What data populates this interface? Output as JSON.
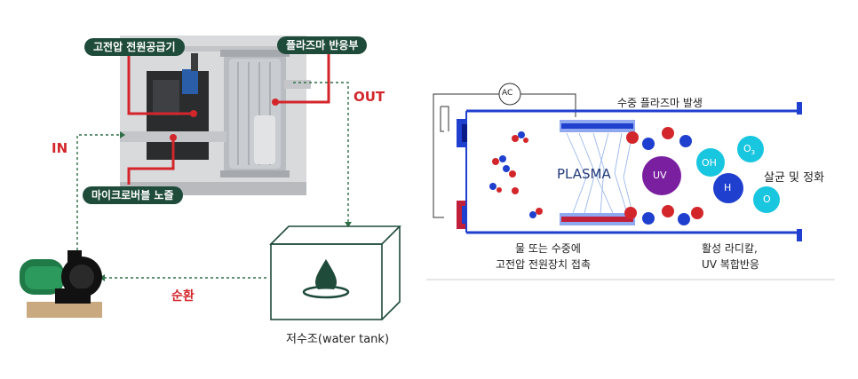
{
  "left": {
    "label_power": "고전압 전원공급기",
    "label_reactor": "플라즈마 반응부",
    "label_microbubble": "마이크로버블 노즐",
    "label_in": "IN",
    "label_out": "OUT",
    "label_circulation": "순환",
    "tank_caption": "저수조(water tank)"
  },
  "right": {
    "ac": "AC",
    "underwater_plasma": "수중 플라즈마 발생",
    "plasma": "PLASMA",
    "uv": "UV",
    "oh": "OH",
    "h": "H",
    "o3": "O",
    "o3_sub": "3",
    "o": "O",
    "sterilization": "살균 및 정화",
    "contact_line1": "물 또는 수중에",
    "contact_line2": "고전압 전원장치 접촉",
    "radical_line1": "활성 라디칼,",
    "radical_line2": "UV 복합반응"
  },
  "colors": {
    "pill_green": "#1f4b3b",
    "accent_red": "#d3262b",
    "electrode_blue": "#1f3fcf",
    "uv_purple": "#7a1fa0",
    "cyan": "#19c6e0"
  }
}
